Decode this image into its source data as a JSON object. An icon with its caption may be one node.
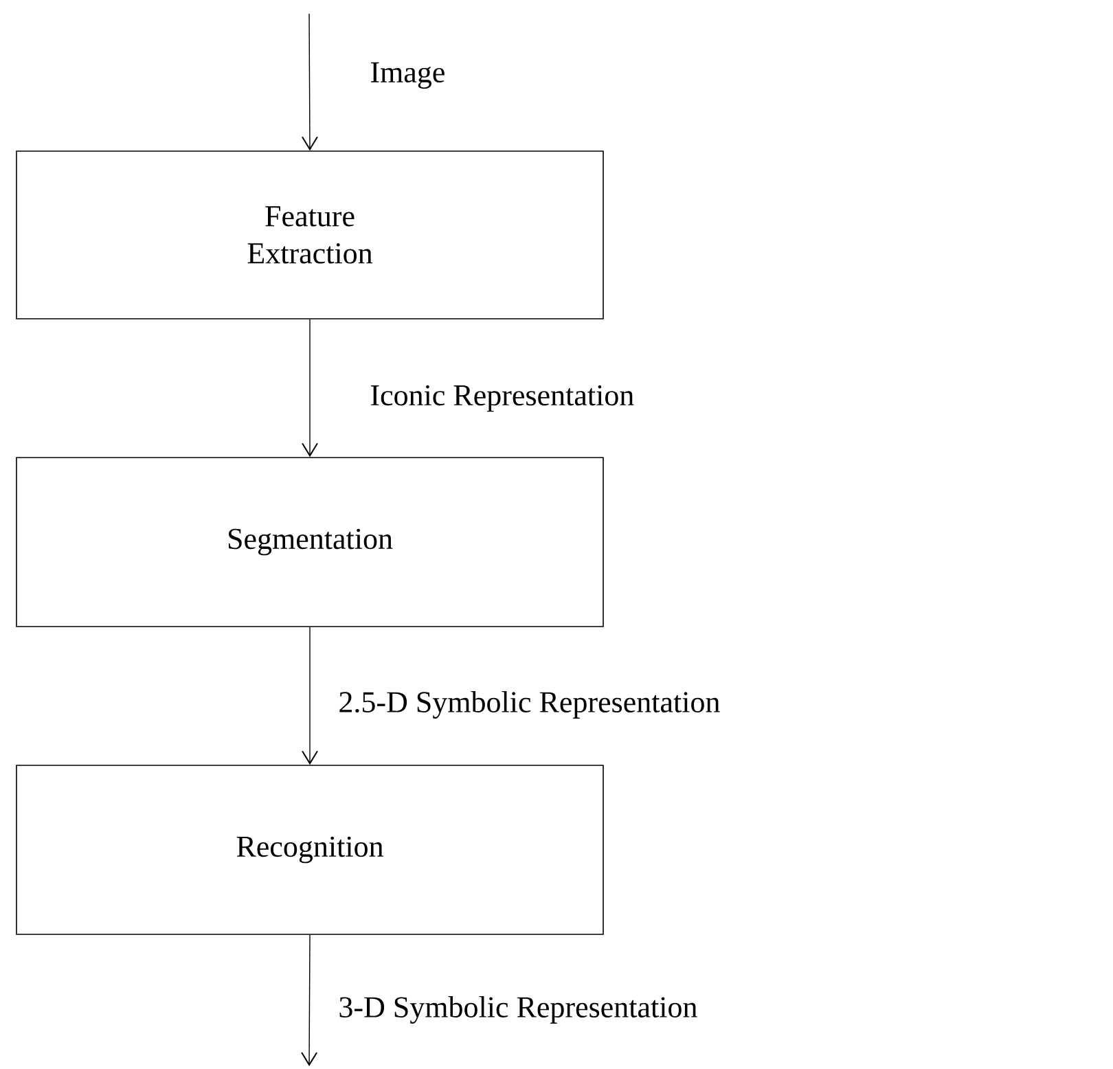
{
  "diagram": {
    "nodes": [
      {
        "text": [
          "Feature Extraction"
        ]
      },
      {
        "text": [
          "Segmentation"
        ]
      },
      {
        "text": [
          "Recognition"
        ]
      }
    ],
    "edges": [
      {
        "from": null,
        "to": 0,
        "arrow": "to",
        "label": "Image"
      },
      {
        "from": 0,
        "to": 1,
        "arrow": "to",
        "label": "Iconic Representation"
      },
      {
        "from": 1,
        "to": 2,
        "arrow": "to",
        "label": "2.5-D Symbolic Representation"
      },
      {
        "from": 2,
        "to": null,
        "arrow": "to",
        "label": "3-D Symbolic Representation"
      }
    ]
  }
}
